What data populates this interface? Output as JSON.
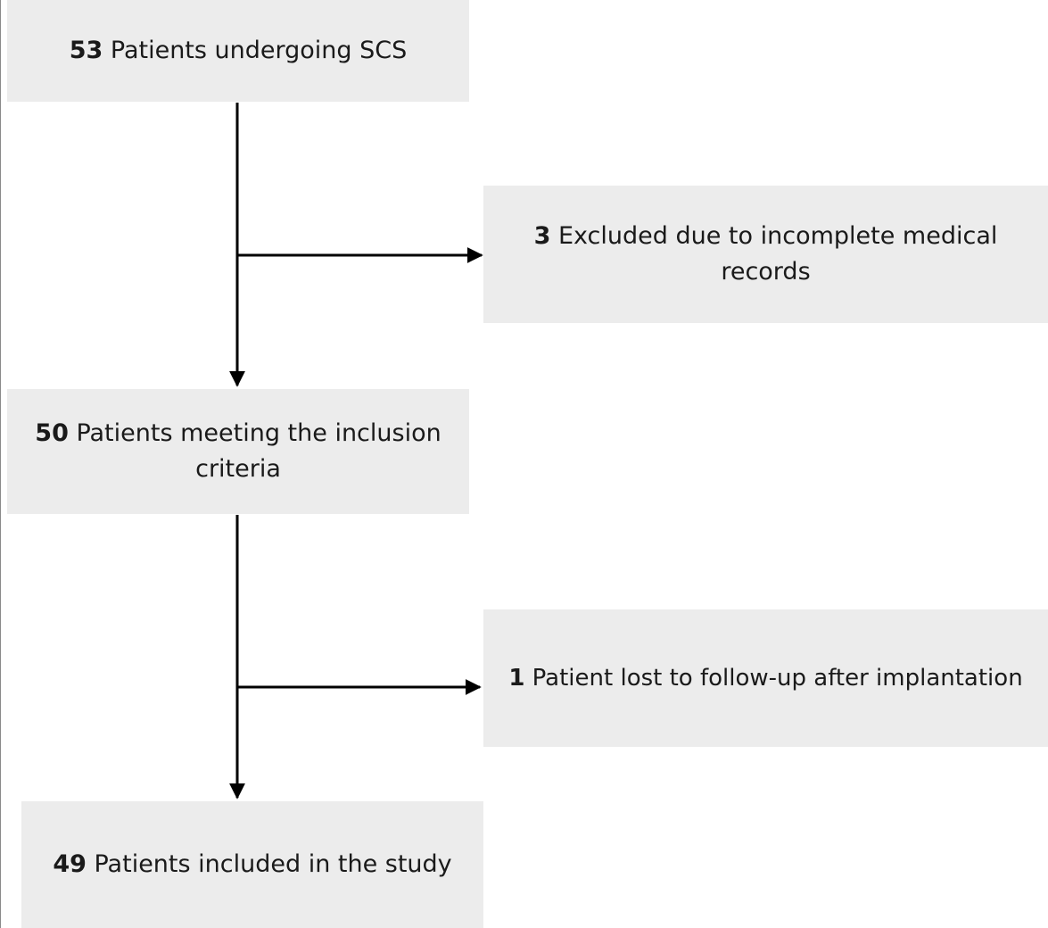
{
  "boxes": {
    "screened": {
      "count": "53",
      "text": " Patients undergoing SCS"
    },
    "excluded": {
      "count": "3",
      "text": " Excluded due to incomplete medical records"
    },
    "eligible": {
      "count": "50",
      "text": " Patients meeting the inclusion criteria"
    },
    "lost": {
      "count": "1",
      "text": " Patient lost to follow-up after implantation"
    },
    "included": {
      "count": "49",
      "text": " Patients included in the study"
    }
  },
  "colors": {
    "box_fill": "#ececec",
    "line": "#000000"
  }
}
